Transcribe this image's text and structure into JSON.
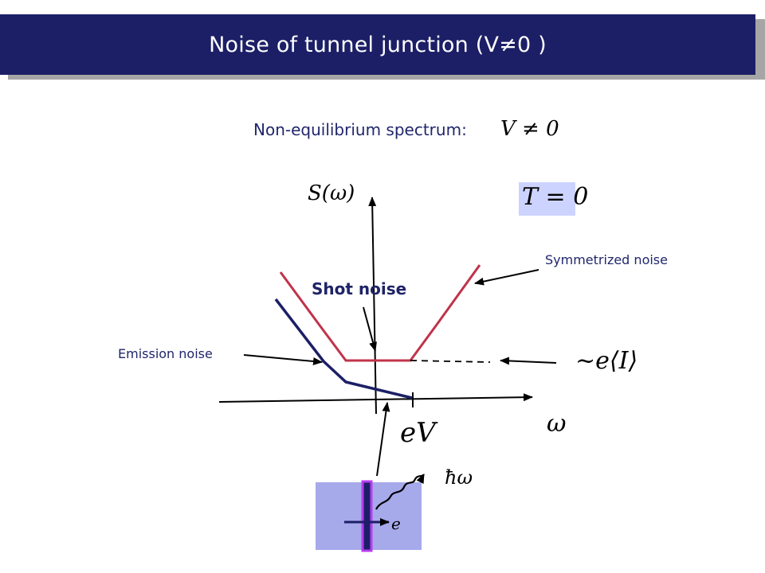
{
  "title": "Noise of tunnel junction (V≠0 )",
  "subtitle": "Non-equilibrium spectrum:",
  "math": {
    "v_neq_0": "V ≠ 0",
    "s_omega": "S(ω)",
    "t_eq_0": "T = 0",
    "shot_level": "~e⟨I⟩",
    "ev": "eV",
    "omega": "ω",
    "hbar_omega": "ħω",
    "electron": "e"
  },
  "labels": {
    "symmetrized_noise": "Symmetrized noise",
    "shot_noise": "Shot noise",
    "emission_noise": "Emission noise"
  },
  "colors": {
    "title_bar": "#1c1f66",
    "symmetrized_curve": "#c0334a",
    "emission_curve": "#1c1f66",
    "junction_box": "#a6a9ea",
    "barrier": "#7a2be0"
  }
}
